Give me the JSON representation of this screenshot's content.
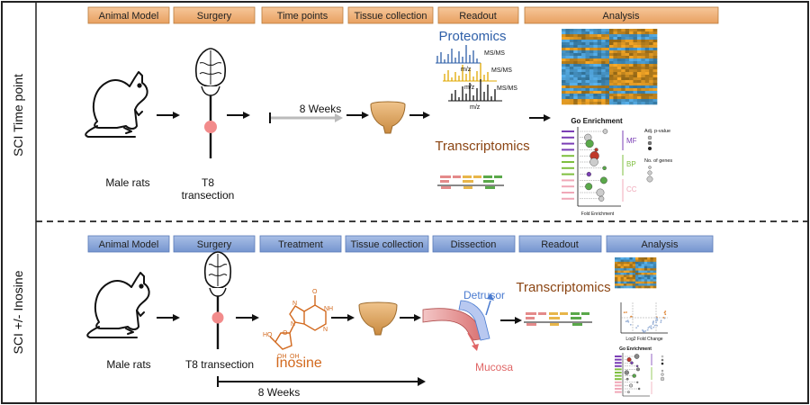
{
  "panel_top": {
    "side_label": "SCI Time point",
    "headers": [
      "Animal Model",
      "Surgery",
      "Time points",
      "Tissue collection",
      "Readout",
      "Analysis"
    ],
    "animal_label": "Male rats",
    "surgery_label_1": "T8",
    "surgery_label_2": "transection",
    "timeline_label": "8 Weeks",
    "proteomics_title": "Proteomics",
    "msms_label": "MS/MS",
    "mz_label": "m/z",
    "transcriptomics_title": "Transcriptomics",
    "go_title": "Go Enrichment",
    "go_xlabel": "Fold Enrichment",
    "go_groups": [
      "MF",
      "BP",
      "CC"
    ],
    "go_legend_title_1": "Adj. p-value",
    "go_legend_title_2": "No. of genes"
  },
  "panel_bottom": {
    "side_label": "SCI +/- Inosine",
    "headers": [
      "Animal Model",
      "Surgery",
      "Treatment",
      "Tissue collection",
      "Dissection",
      "Readout",
      "Analysis"
    ],
    "animal_label": "Male rats",
    "surgery_label": "T8 transection",
    "treatment_label": "Inosine",
    "timeline_label": "8 Weeks",
    "detrusor_label": "Detrusor",
    "mucosa_label": "Mucosa",
    "transcriptomics_title": "Transcriptomics",
    "volcano_xlabel": "Log2 Fold Change",
    "go_title": "Go Enrichment"
  },
  "colors": {
    "header_orange": "#f0b27a",
    "header_blue": "#8ea9db",
    "proteomics": "#2e5fa8",
    "transcriptomics": "#8b4513",
    "inosine": "#d2691e",
    "detrusor": "#4a7bd0",
    "mucosa": "#e06666",
    "tissue": "#e8b87a",
    "spinal_dot": "#f28b8b"
  }
}
